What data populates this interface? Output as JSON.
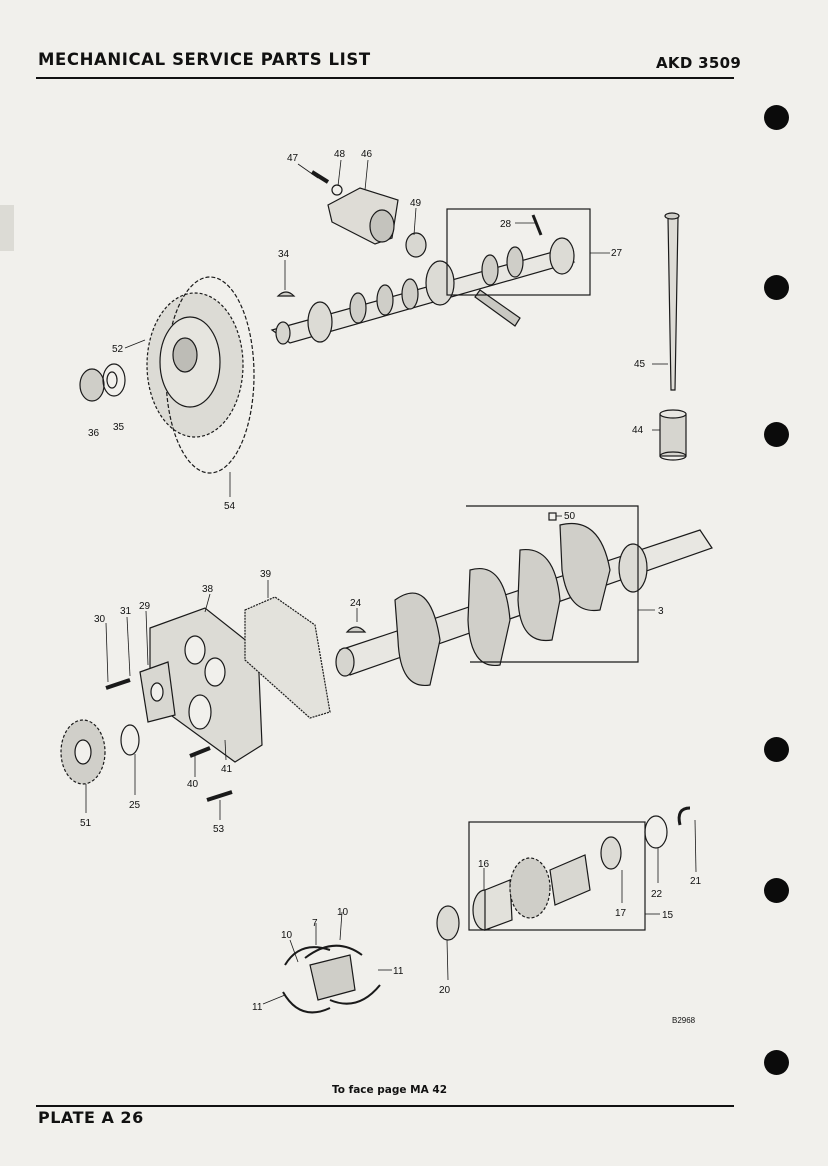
{
  "header": {
    "title": "MECHANICAL SERVICE PARTS LIST",
    "code": "AKD 3509"
  },
  "footer": {
    "plate": "PLATE A 26",
    "note": "To face page MA 42"
  },
  "drawing": {
    "ref": "B2968",
    "callouts": [
      "47",
      "48",
      "46",
      "49",
      "28",
      "27",
      "34",
      "52",
      "36",
      "35",
      "45",
      "44",
      "54",
      "50",
      "3",
      "24",
      "39",
      "38",
      "30",
      "31",
      "29",
      "40",
      "41",
      "25",
      "51",
      "53",
      "16",
      "17",
      "15",
      "22",
      "21",
      "20",
      "10",
      "7",
      "10",
      "11",
      "11"
    ]
  }
}
